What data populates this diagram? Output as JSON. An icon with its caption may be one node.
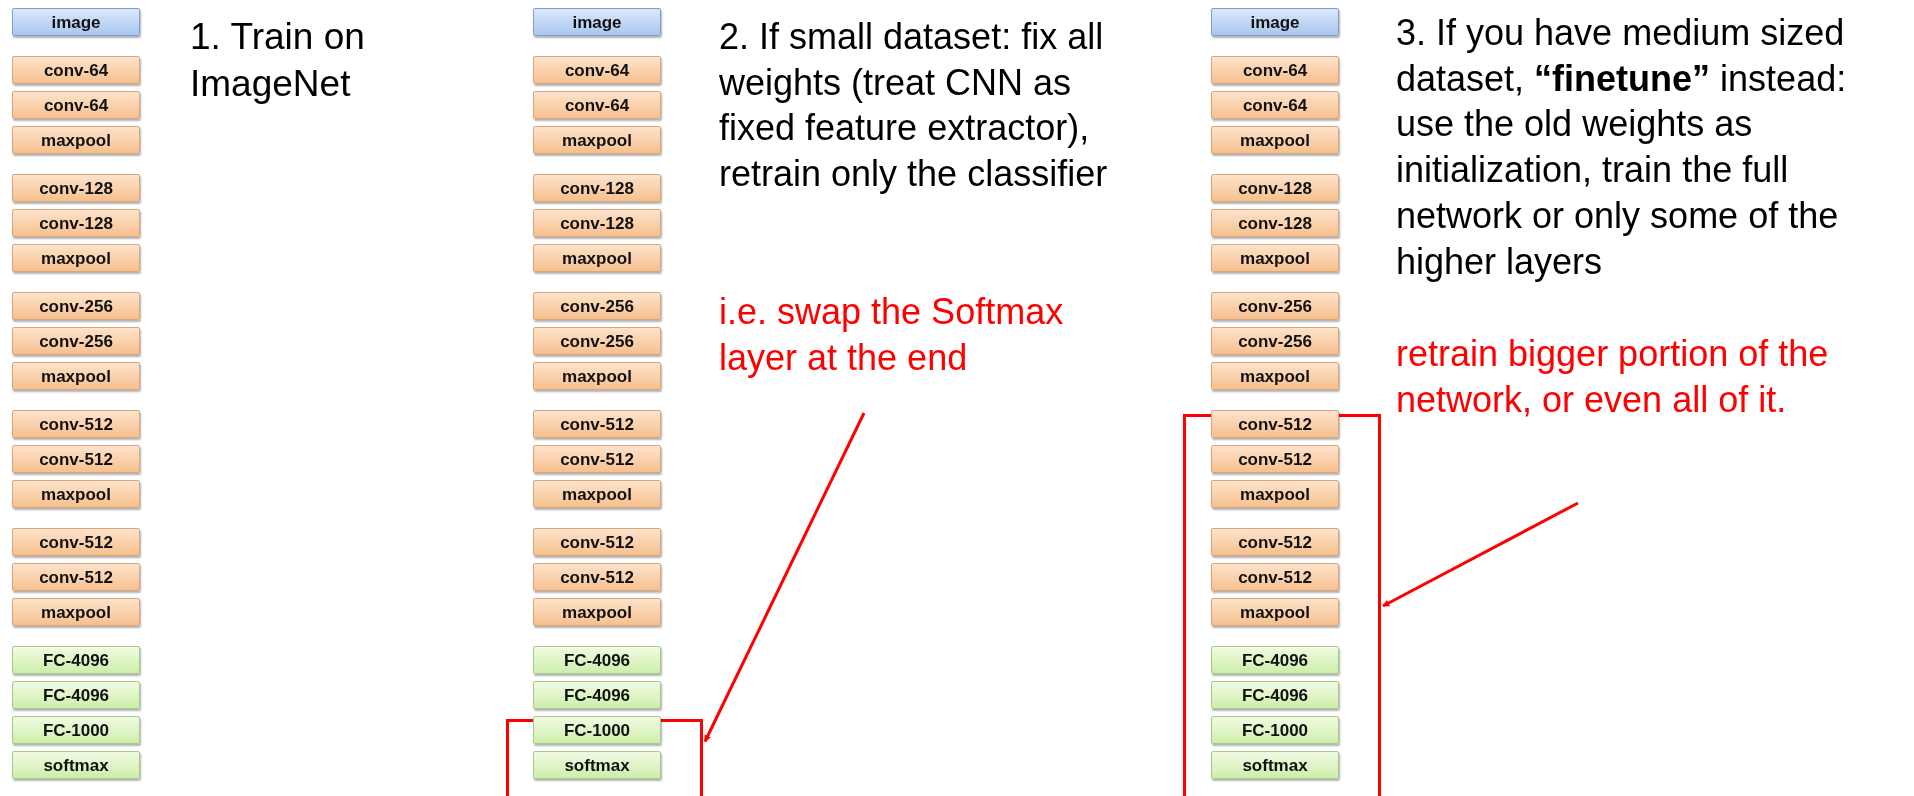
{
  "diagram": {
    "nodes": [
      {
        "text": [
          "image"
        ]
      },
      {
        "text": [
          "conv-64"
        ]
      },
      {
        "text": [
          "conv-64"
        ]
      },
      {
        "text": [
          "maxpool"
        ]
      },
      {
        "text": [
          "conv-128"
        ]
      },
      {
        "text": [
          "conv-128"
        ]
      },
      {
        "text": [
          "maxpool"
        ]
      },
      {
        "text": [
          "conv-256"
        ]
      },
      {
        "text": [
          "conv-256"
        ]
      },
      {
        "text": [
          "maxpool"
        ]
      },
      {
        "text": [
          "conv-512"
        ]
      },
      {
        "text": [
          "conv-512"
        ]
      },
      {
        "text": [
          "maxpool"
        ]
      },
      {
        "text": [
          "conv-512"
        ]
      },
      {
        "text": [
          "conv-512"
        ]
      },
      {
        "text": [
          "maxpool"
        ]
      },
      {
        "text": [
          "FC-4096"
        ]
      },
      {
        "text": [
          "FC-4096"
        ]
      },
      {
        "text": [
          "FC-1000"
        ]
      },
      {
        "text": [
          "softmax"
        ]
      },
      {
        "text": [
          "image"
        ]
      },
      {
        "text": [
          "conv-64"
        ]
      },
      {
        "text": [
          "conv-64"
        ]
      },
      {
        "text": [
          "maxpool"
        ]
      },
      {
        "text": [
          "conv-128"
        ]
      },
      {
        "text": [
          "conv-128"
        ]
      },
      {
        "text": [
          "maxpool"
        ]
      },
      {
        "text": [
          "conv-256"
        ]
      },
      {
        "text": [
          "conv-256"
        ]
      },
      {
        "text": [
          "maxpool"
        ]
      },
      {
        "text": [
          "conv-512"
        ]
      },
      {
        "text": [
          "conv-512"
        ]
      },
      {
        "text": [
          "maxpool"
        ]
      },
      {
        "text": [
          "conv-512"
        ]
      },
      {
        "text": [
          "conv-512"
        ]
      },
      {
        "text": [
          "maxpool"
        ]
      },
      {
        "text": [
          "FC-4096"
        ]
      },
      {
        "text": [
          "FC-4096"
        ]
      },
      {
        "text": [],
        "shape": "box"
      },
      {
        "text": [
          "FC-1000"
        ],
        "in": 38
      },
      {
        "text": [
          "softmax"
        ],
        "in": 38
      },
      {
        "text": [
          "image"
        ]
      },
      {
        "text": [
          "conv-64"
        ]
      },
      {
        "text": [
          "conv-64"
        ]
      },
      {
        "text": [
          "maxpool"
        ]
      },
      {
        "text": [
          "conv-128"
        ]
      },
      {
        "text": [
          "conv-128"
        ]
      },
      {
        "text": [
          "maxpool"
        ]
      },
      {
        "text": [
          "conv-256"
        ]
      },
      {
        "text": [
          "conv-256"
        ]
      },
      {
        "text": [
          "maxpool"
        ]
      },
      {
        "text": [],
        "shape": "box"
      },
      {
        "text": [
          "conv-512"
        ],
        "in": 51
      },
      {
        "text": [
          "conv-512"
        ],
        "in": 51
      },
      {
        "text": [
          "maxpool"
        ],
        "in": 51
      },
      {
        "text": [
          "conv-512"
        ],
        "in": 51
      },
      {
        "text": [
          "conv-512"
        ],
        "in": 51
      },
      {
        "text": [
          "maxpool"
        ],
        "in": 51
      },
      {
        "text": [
          "FC-4096"
        ],
        "in": 51
      },
      {
        "text": [
          "FC-4096"
        ],
        "in": 51
      },
      {
        "text": [
          "FC-1000"
        ],
        "in": 51
      },
      {
        "text": [
          "softmax"
        ],
        "in": 51
      }
    ],
    "edges": [
      {
        "from": null,
        "to": 38,
        "arrow": "to"
      },
      {
        "from": null,
        "to": 51,
        "arrow": "to"
      }
    ],
    "labels": [
      "1. Train on ImageNet",
      "2. If small dataset: fix all weights (treat CNN as fixed feature extractor), retrain only the classifier",
      "i.e. swap the Softmax layer at the end",
      "3. If you have medium sized dataset, **“finetune”** instead: use the old weights as initialization, train the full network or only some of the higher layers",
      "retrain bigger portion of the network, or even all of it."
    ]
  }
}
